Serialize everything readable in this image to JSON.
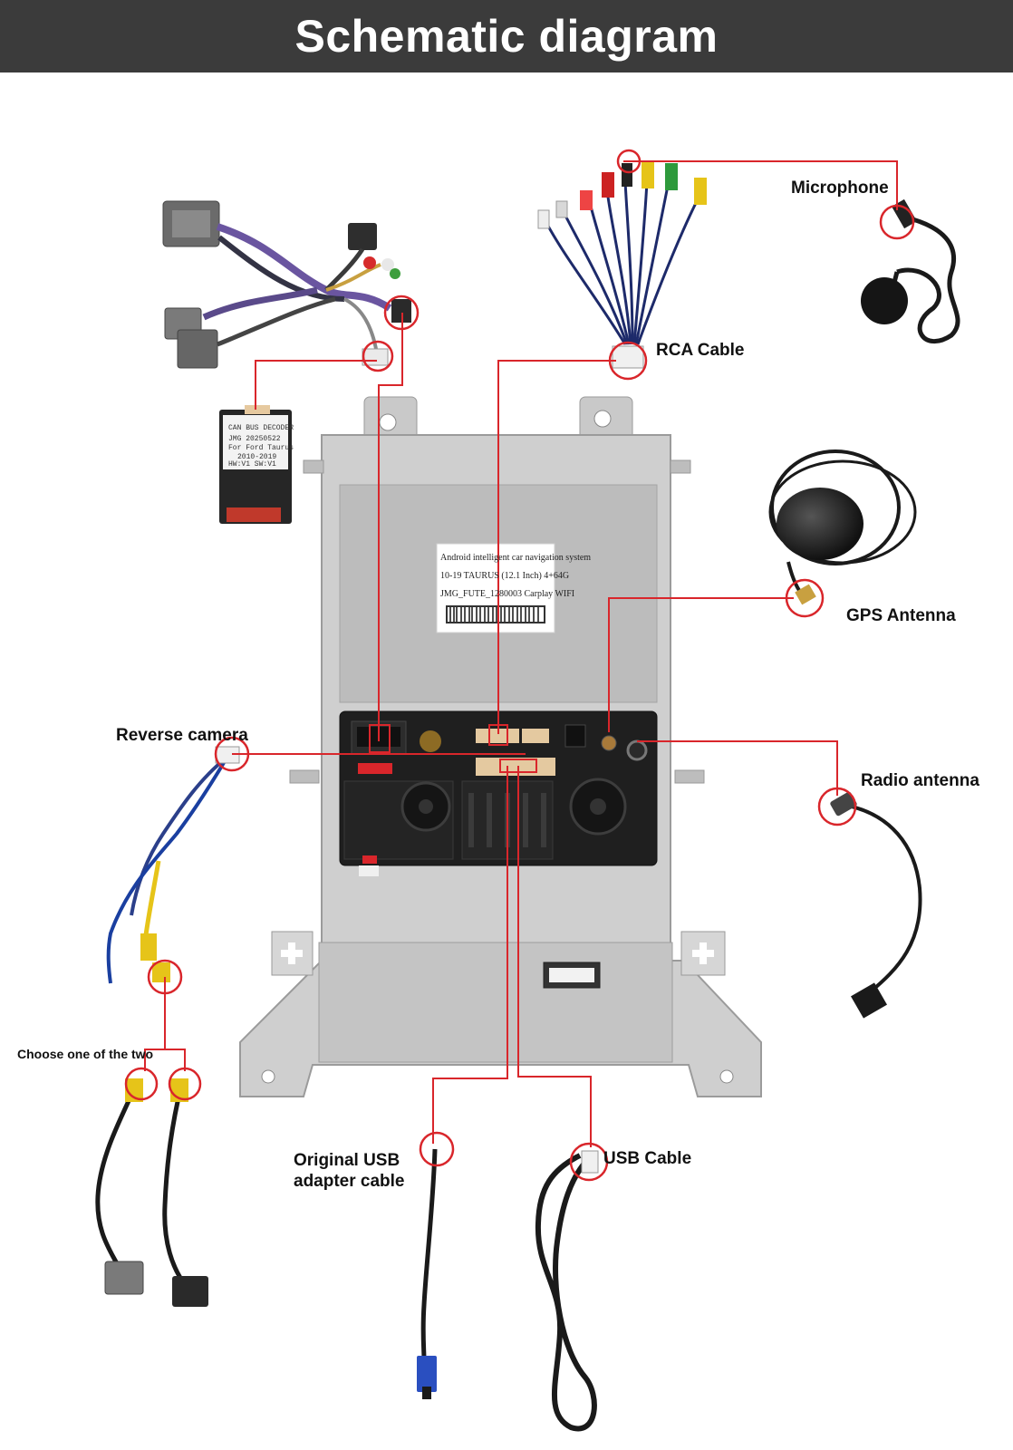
{
  "header": {
    "title": "Schematic diagram"
  },
  "labels": {
    "microphone": "Microphone",
    "rca_cable": "RCA Cable",
    "gps_antenna": "GPS Antenna",
    "reverse_camera": "Reverse camera",
    "radio_antenna": "Radio antenna",
    "choose_one": "Choose one of the two",
    "original_usb_line1": "Original USB",
    "original_usb_line2": "adapter cable",
    "usb_cable": "USB Cable"
  },
  "sticker": {
    "line1": "Android intelligent car navigation system",
    "line2": "10-19 TAURUS (12.1 Inch)  4+64G",
    "line3": "JMG_FUTE_1280003 Carplay  WIFI"
  },
  "decoder": {
    "line1": "CAN BUS DECODER",
    "line2": "JMG 20250522",
    "line3": "For Ford Taurus",
    "line4": "2010-2019",
    "line5": "HW:V1      SW:V1"
  },
  "colors": {
    "header_bg": "#3b3b3b",
    "callout_red": "#d9262b",
    "panel_silver": "#c8c8c8",
    "unit_black": "#1e1e1e"
  }
}
